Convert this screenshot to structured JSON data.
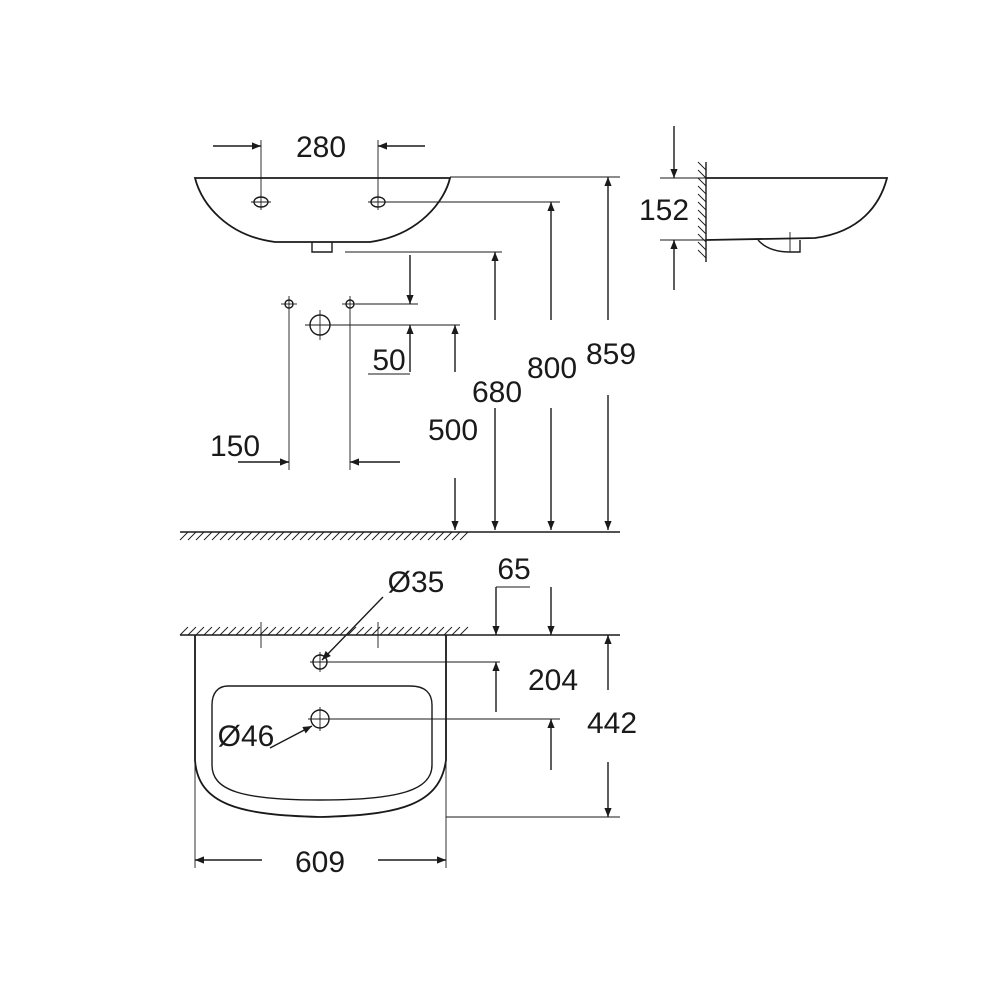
{
  "dimensions": {
    "d280": "280",
    "d152": "152",
    "d50": "50",
    "d680": "680",
    "d800": "800",
    "d859": "859",
    "d150": "150",
    "d500": "500",
    "d35": "Ø35",
    "d65": "65",
    "d204": "204",
    "d442": "442",
    "d46": "Ø46",
    "d609": "609"
  }
}
